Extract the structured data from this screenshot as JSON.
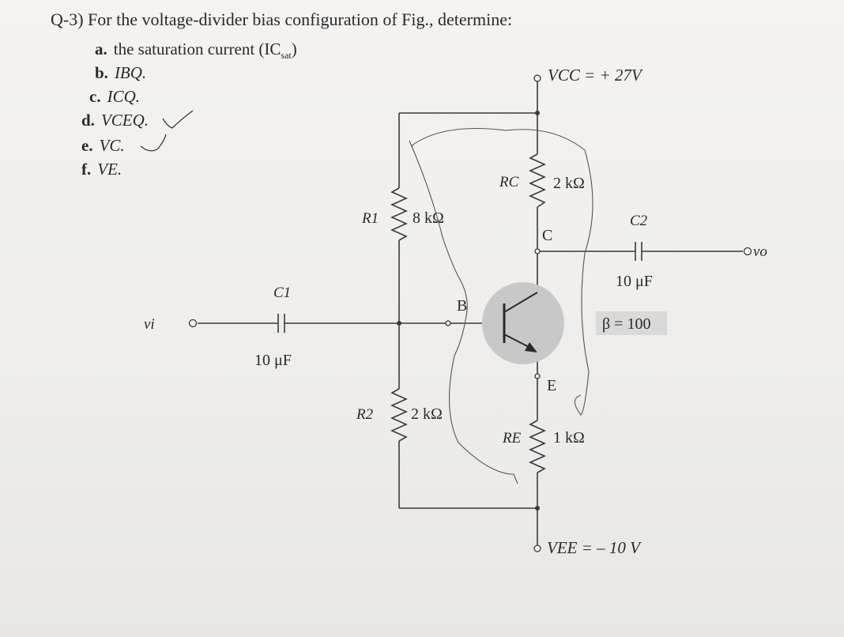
{
  "question": {
    "header": "Q-3) For the voltage-divider bias configuration of Fig., determine:",
    "items": [
      {
        "letter": "a.",
        "text": "the saturation current (IC",
        "sub": "sat",
        "close": ")"
      },
      {
        "letter": "b.",
        "text": "IBQ."
      },
      {
        "letter": "c.",
        "text": "ICQ."
      },
      {
        "letter": "d.",
        "text": "VCEQ."
      },
      {
        "letter": "e.",
        "text": "VC."
      },
      {
        "letter": "f.",
        "text": "VE."
      }
    ]
  },
  "circuit": {
    "vcc_label": "VCC = + 27V",
    "vee_label": "VEE = – 10 V",
    "rc_name": "RC",
    "rc_value": "2 kΩ",
    "r1_name": "R1",
    "r1_value": "8 kΩ",
    "r2_name": "R2",
    "r2_value": "2 kΩ",
    "re_name": "RE",
    "re_value": "1 kΩ",
    "c1_name": "C1",
    "c1_value": "10 μF",
    "c2_name": "C2",
    "c2_value": "10 μF",
    "beta_label": "β = 100",
    "node_c": "C",
    "node_b": "B",
    "node_e": "E",
    "vi_label": "vi",
    "vo_label": "vo"
  }
}
